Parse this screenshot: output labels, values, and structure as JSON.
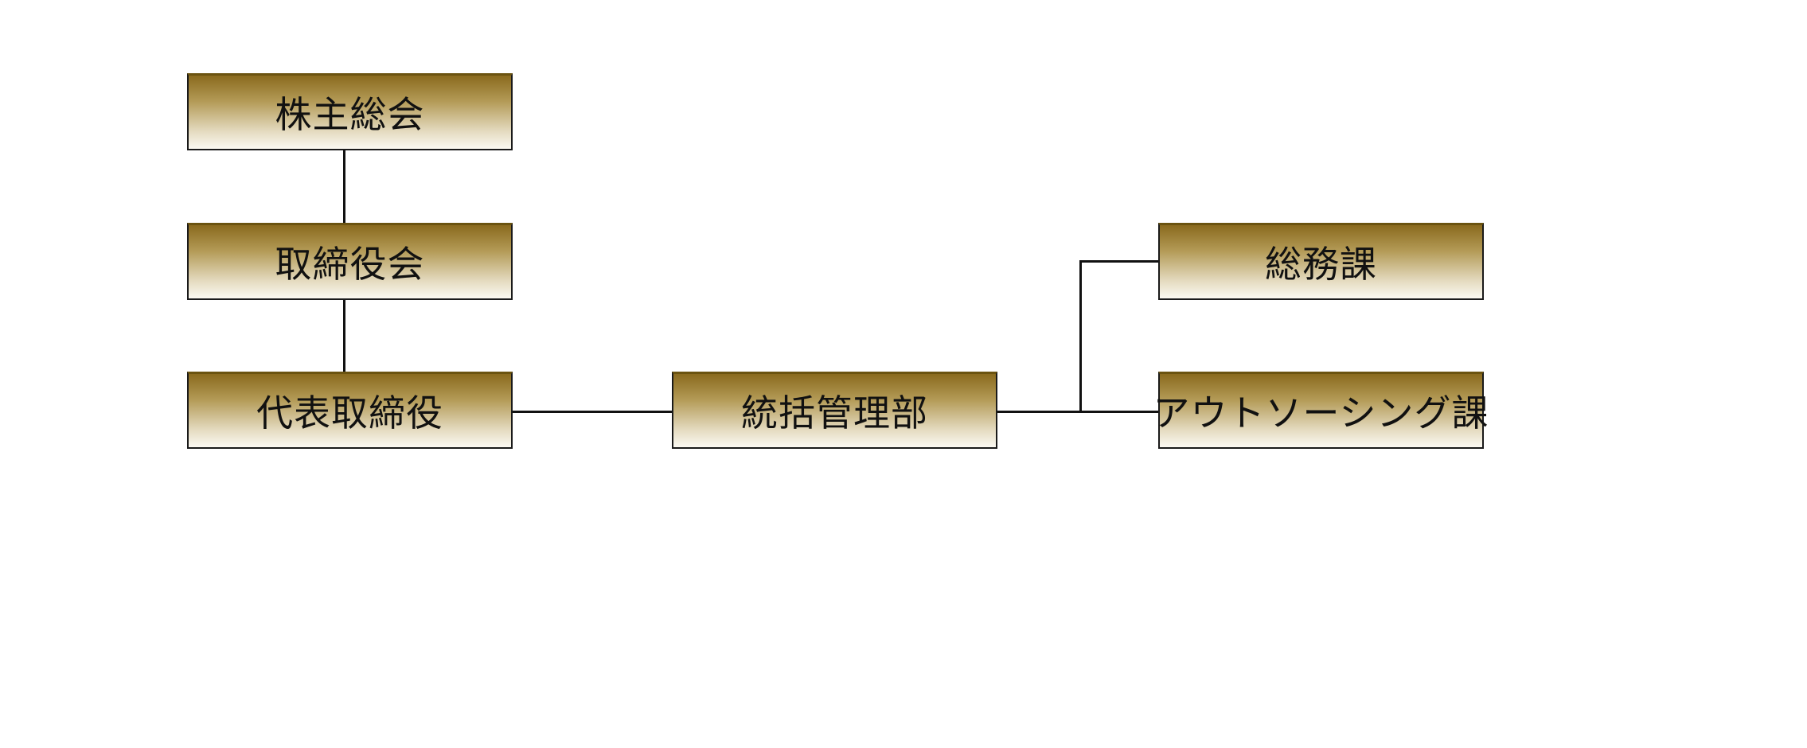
{
  "org_chart": {
    "nodes": {
      "shareholders_meeting": "株主総会",
      "board_of_directors": "取締役会",
      "representative_director": "代表取締役",
      "general_management": "統括管理部",
      "general_affairs": "総務課",
      "outsourcing": "アウトソーシング課"
    },
    "colors": {
      "box_gradient_top": "#8a6a1e",
      "box_gradient_bottom": "#fbf9f2",
      "border": "#1a1a1a",
      "connector": "#111111"
    }
  }
}
